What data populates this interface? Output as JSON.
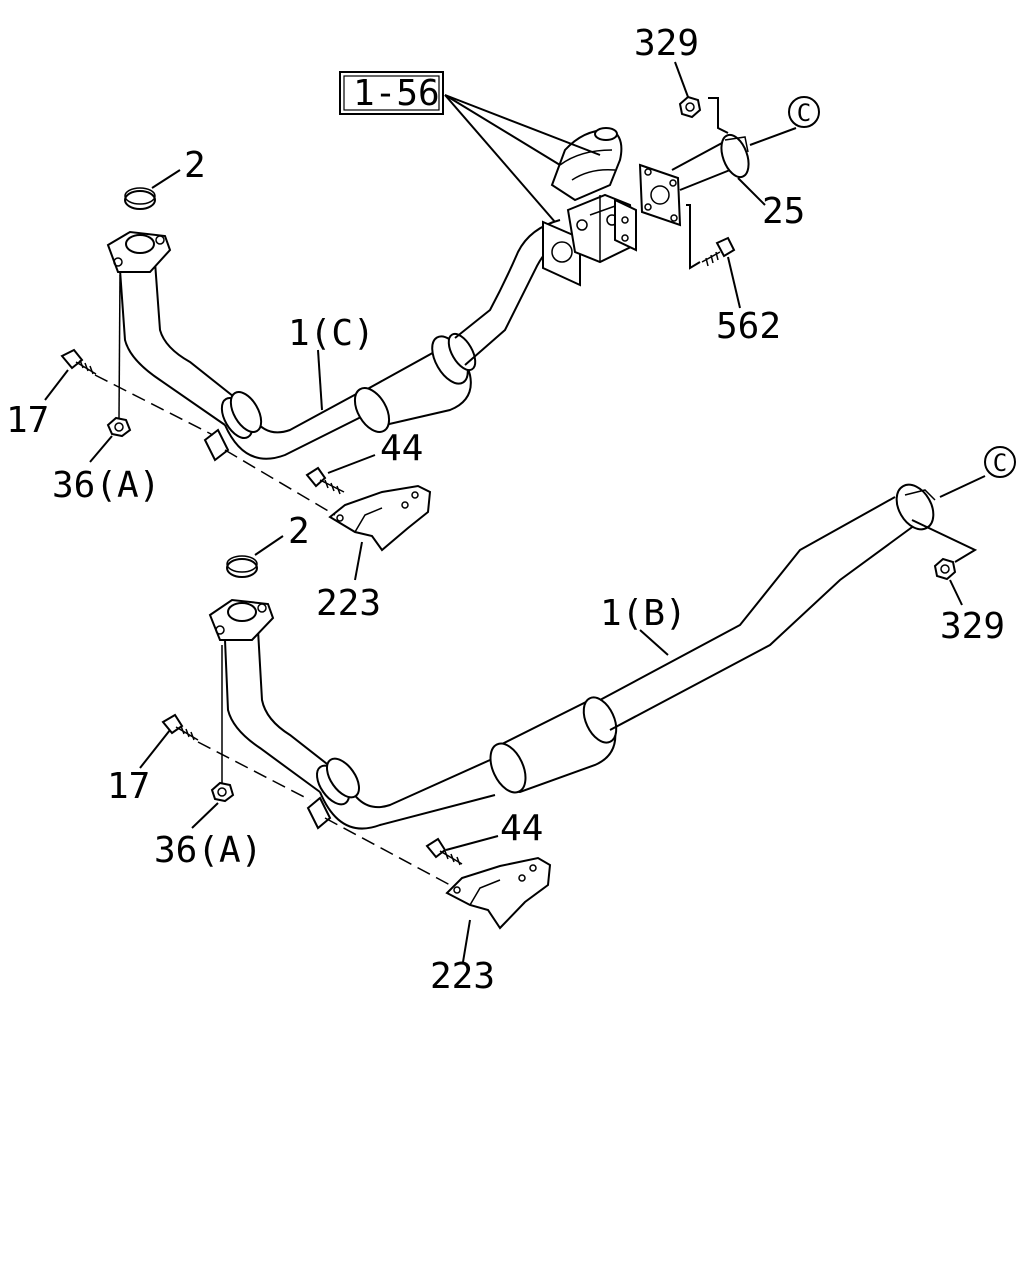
{
  "diagram": {
    "box_label": "1-56",
    "circle_ref": "C",
    "labels": {
      "upper_gasket": "2",
      "upper_pipe": "1(C)",
      "upper_bolt": "17",
      "upper_nut": "36(A)",
      "upper_bracket_bolt": "44",
      "upper_bracket": "223",
      "top_nut": "329",
      "connector_pipe": "25",
      "connector_bolt": "562",
      "lower_gasket": "2",
      "lower_pipe": "1(B)",
      "lower_right_nut": "329",
      "lower_bolt": "17",
      "lower_nut": "36(A)",
      "lower_bracket_bolt": "44",
      "lower_bracket": "223"
    }
  }
}
